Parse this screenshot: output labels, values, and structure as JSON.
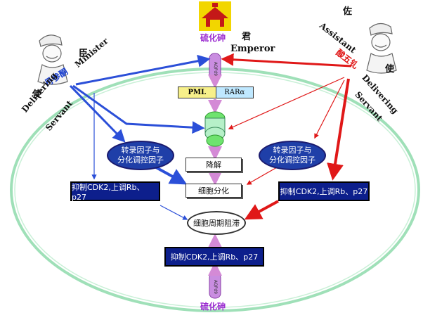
{
  "top": {
    "drug_label": "硫化砷",
    "jun_char": "君",
    "emperor": "Emperor",
    "protein_label": "AQPd9"
  },
  "left": {
    "drug_name": "丹参酮",
    "chen_char": "臣",
    "minister": "Minister",
    "shi_char": "使",
    "delivering": "Delivering",
    "servant": "Servant"
  },
  "right": {
    "zuo_char": "佐",
    "assistant": "Assistant",
    "drug_name": "酸五钆",
    "shi_char": "使",
    "delivering": "Delivering",
    "servant": "Servant"
  },
  "fusion": {
    "pml": "PML",
    "rar": "RARα"
  },
  "nodes": {
    "tf_left": "转录因子与\n分化调控因子",
    "tf_right": "转录因子与\n分化调控因子",
    "degradation": "降解",
    "differentiation": "细胞分化",
    "box_left": "抑制CDK2,上调Rb、p27",
    "box_right": "抑制CDK2,上调Rb、p27",
    "arrest": "细胞周期阻滞",
    "box_bottom": "抑制CDK2,上调Rb、p27"
  },
  "bottom": {
    "protein_label": "AQPd9",
    "drug_label": "硫化砷"
  },
  "colors": {
    "blue_arrow": "#2b4fd8",
    "red_arrow": "#e01818",
    "pink_arrow": "#d48ad6",
    "cell_outline": "#9fe0b8",
    "label_purple": "#9a2ad0"
  }
}
